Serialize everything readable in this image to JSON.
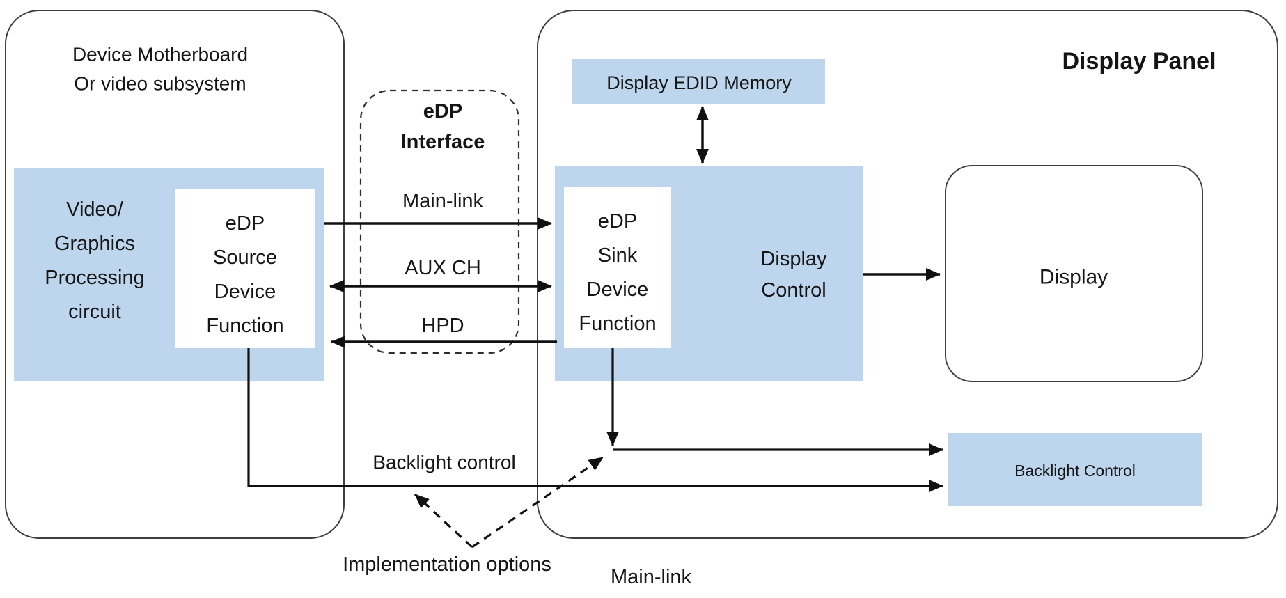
{
  "colors": {
    "block_fill": "#BDD6EE",
    "line": "#101010",
    "border": "#3F3F3F"
  },
  "motherboard": {
    "title_line1": "Device Motherboard",
    "title_line2": "Or video subsystem",
    "gpu_lines": [
      "Video/",
      "Graphics",
      "Processing",
      "circuit"
    ],
    "source_lines": [
      "eDP",
      "Source",
      "Device",
      "Function"
    ]
  },
  "edp_interface": {
    "title_line1": "eDP",
    "title_line2": "Interface",
    "main_link_label": "Main-link",
    "aux_ch_label": "AUX CH",
    "hpd_label": "HPD"
  },
  "display_panel": {
    "title": "Display Panel",
    "edid_label": "Display EDID Memory",
    "sink_lines": [
      "eDP",
      "Sink",
      "Device",
      "Function"
    ],
    "display_control_line1": "Display",
    "display_control_line2": "Control",
    "display_label": "Display",
    "backlight_label": "Backlight Control"
  },
  "annotations": {
    "backlight_control_label": "Backlight control",
    "implementation_options_label": "Implementation options",
    "main_link_label": "Main-link"
  }
}
